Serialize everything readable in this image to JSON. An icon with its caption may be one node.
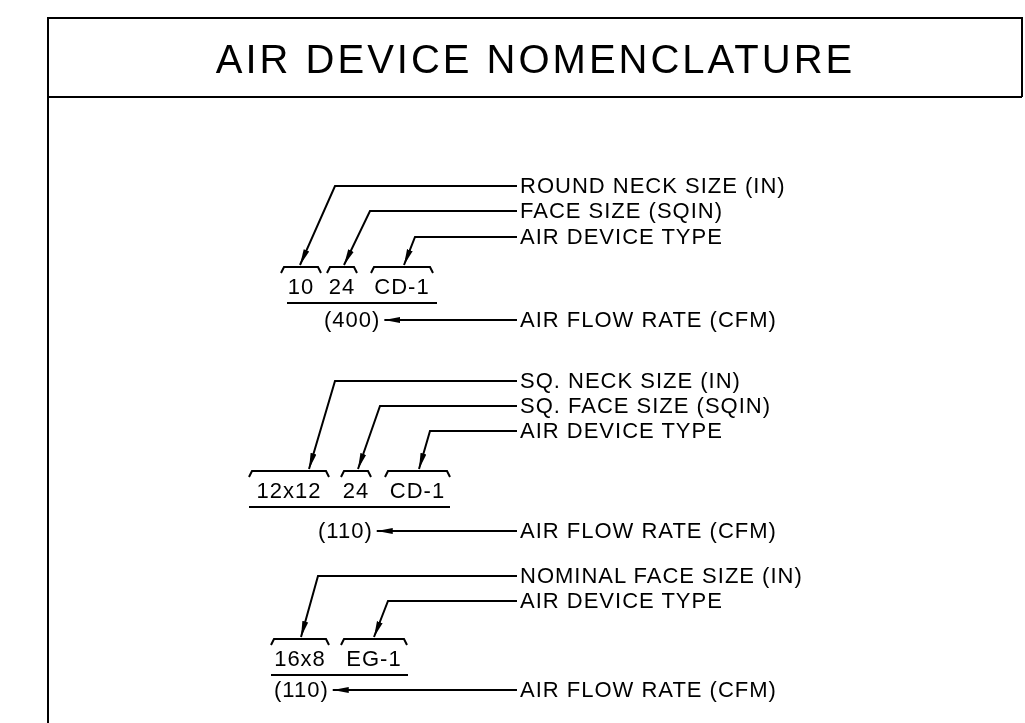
{
  "diagram": {
    "title": "AIR DEVICE NOMENCLATURE",
    "nodes": [
      {
        "text": [
          "ROUND NECK SIZE (IN)"
        ]
      },
      {
        "text": [
          "FACE SIZE (SQIN)"
        ]
      },
      {
        "text": [
          "AIR DEVICE TYPE"
        ]
      },
      {
        "text": [
          "10"
        ]
      },
      {
        "text": [
          "24"
        ]
      },
      {
        "text": [
          "CD-1"
        ]
      },
      {
        "text": [
          "(400)"
        ]
      },
      {
        "text": [
          "AIR FLOW RATE (CFM)"
        ]
      },
      {
        "text": [
          "SQ. NECK SIZE (IN)"
        ]
      },
      {
        "text": [
          "SQ. FACE SIZE (SQIN)"
        ]
      },
      {
        "text": [
          "AIR DEVICE TYPE"
        ]
      },
      {
        "text": [
          "12x12"
        ]
      },
      {
        "text": [
          "24"
        ]
      },
      {
        "text": [
          "CD-1"
        ]
      },
      {
        "text": [
          "(110)"
        ]
      },
      {
        "text": [
          "AIR FLOW RATE (CFM)"
        ]
      },
      {
        "text": [
          "NOMINAL FACE SIZE (IN)"
        ]
      },
      {
        "text": [
          "AIR DEVICE TYPE"
        ]
      },
      {
        "text": [
          "16x8"
        ]
      },
      {
        "text": [
          "EG-1"
        ]
      },
      {
        "text": [
          "(110)"
        ]
      },
      {
        "text": [
          "AIR FLOW RATE (CFM)"
        ]
      }
    ],
    "edges": [
      {
        "from": 0,
        "to": 3,
        "arrow": "to"
      },
      {
        "from": 1,
        "to": 4,
        "arrow": "to"
      },
      {
        "from": 2,
        "to": 5,
        "arrow": "to"
      },
      {
        "from": 7,
        "to": 6,
        "arrow": "to"
      },
      {
        "from": 8,
        "to": 11,
        "arrow": "to"
      },
      {
        "from": 9,
        "to": 12,
        "arrow": "to"
      },
      {
        "from": 10,
        "to": 13,
        "arrow": "to"
      },
      {
        "from": 15,
        "to": 14,
        "arrow": "to"
      },
      {
        "from": 16,
        "to": 18,
        "arrow": "to"
      },
      {
        "from": 17,
        "to": 19,
        "arrow": "to"
      },
      {
        "from": 21,
        "to": 20,
        "arrow": "to"
      }
    ]
  }
}
